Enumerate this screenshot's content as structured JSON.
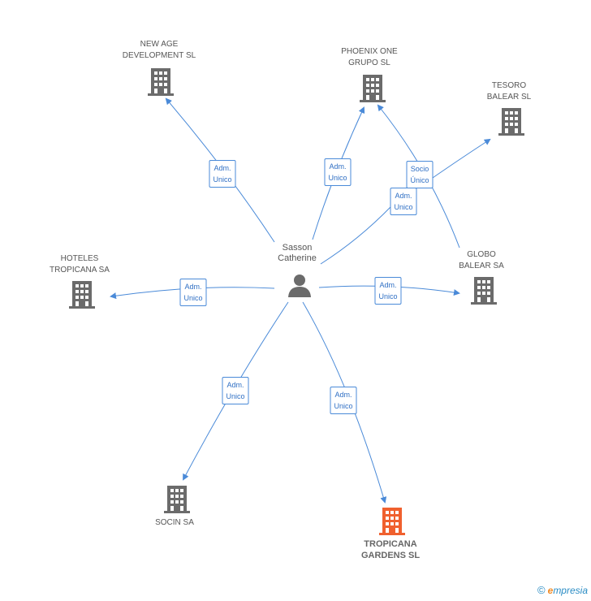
{
  "center": {
    "label": "Sasson\nCatherine",
    "icon": "person-icon"
  },
  "nodes": [
    {
      "id": "new-age",
      "label": "NEW AGE\nDEVELOPMENT SL",
      "icon": "building-icon",
      "color": "#6b6b6b"
    },
    {
      "id": "phoenix",
      "label": "PHOENIX ONE\nGRUPO SL",
      "icon": "building-icon",
      "color": "#6b6b6b"
    },
    {
      "id": "tesoro",
      "label": "TESORO\nBALEAR SL",
      "icon": "building-icon",
      "color": "#6b6b6b"
    },
    {
      "id": "hoteles",
      "label": "HOTELES\nTROPICANA SA",
      "icon": "building-icon",
      "color": "#6b6b6b"
    },
    {
      "id": "globo",
      "label": "GLOBO\nBALEAR SA",
      "icon": "building-icon",
      "color": "#6b6b6b"
    },
    {
      "id": "socin",
      "label": "SOCIN SA",
      "icon": "building-icon",
      "color": "#6b6b6b"
    },
    {
      "id": "tropicana",
      "label": "TROPICANA\nGARDENS SL",
      "icon": "building-icon",
      "color": "#f0602e",
      "highlight": true
    }
  ],
  "edges": [
    {
      "id": "e-new-age",
      "label": "Adm.\nUnico"
    },
    {
      "id": "e-phoenix",
      "label": "Adm.\nUnico"
    },
    {
      "id": "e-globo-phoenix",
      "label": "Socio\nÚnico"
    },
    {
      "id": "e-globo",
      "label": "Adm.\nUnico"
    },
    {
      "id": "e-hoteles",
      "label": "Adm.\nUnico"
    },
    {
      "id": "e-globo2",
      "label": "Adm.\nUnico"
    },
    {
      "id": "e-socin",
      "label": "Adm.\nUnico"
    },
    {
      "id": "e-tropicana",
      "label": "Adm.\nUnico"
    }
  ],
  "credit": {
    "symbol": "©",
    "brand_initial": "e",
    "brand_rest": "mpresia"
  },
  "colors": {
    "edge": "#4a8ad8",
    "building": "#6b6b6b",
    "highlight": "#f0602e"
  }
}
